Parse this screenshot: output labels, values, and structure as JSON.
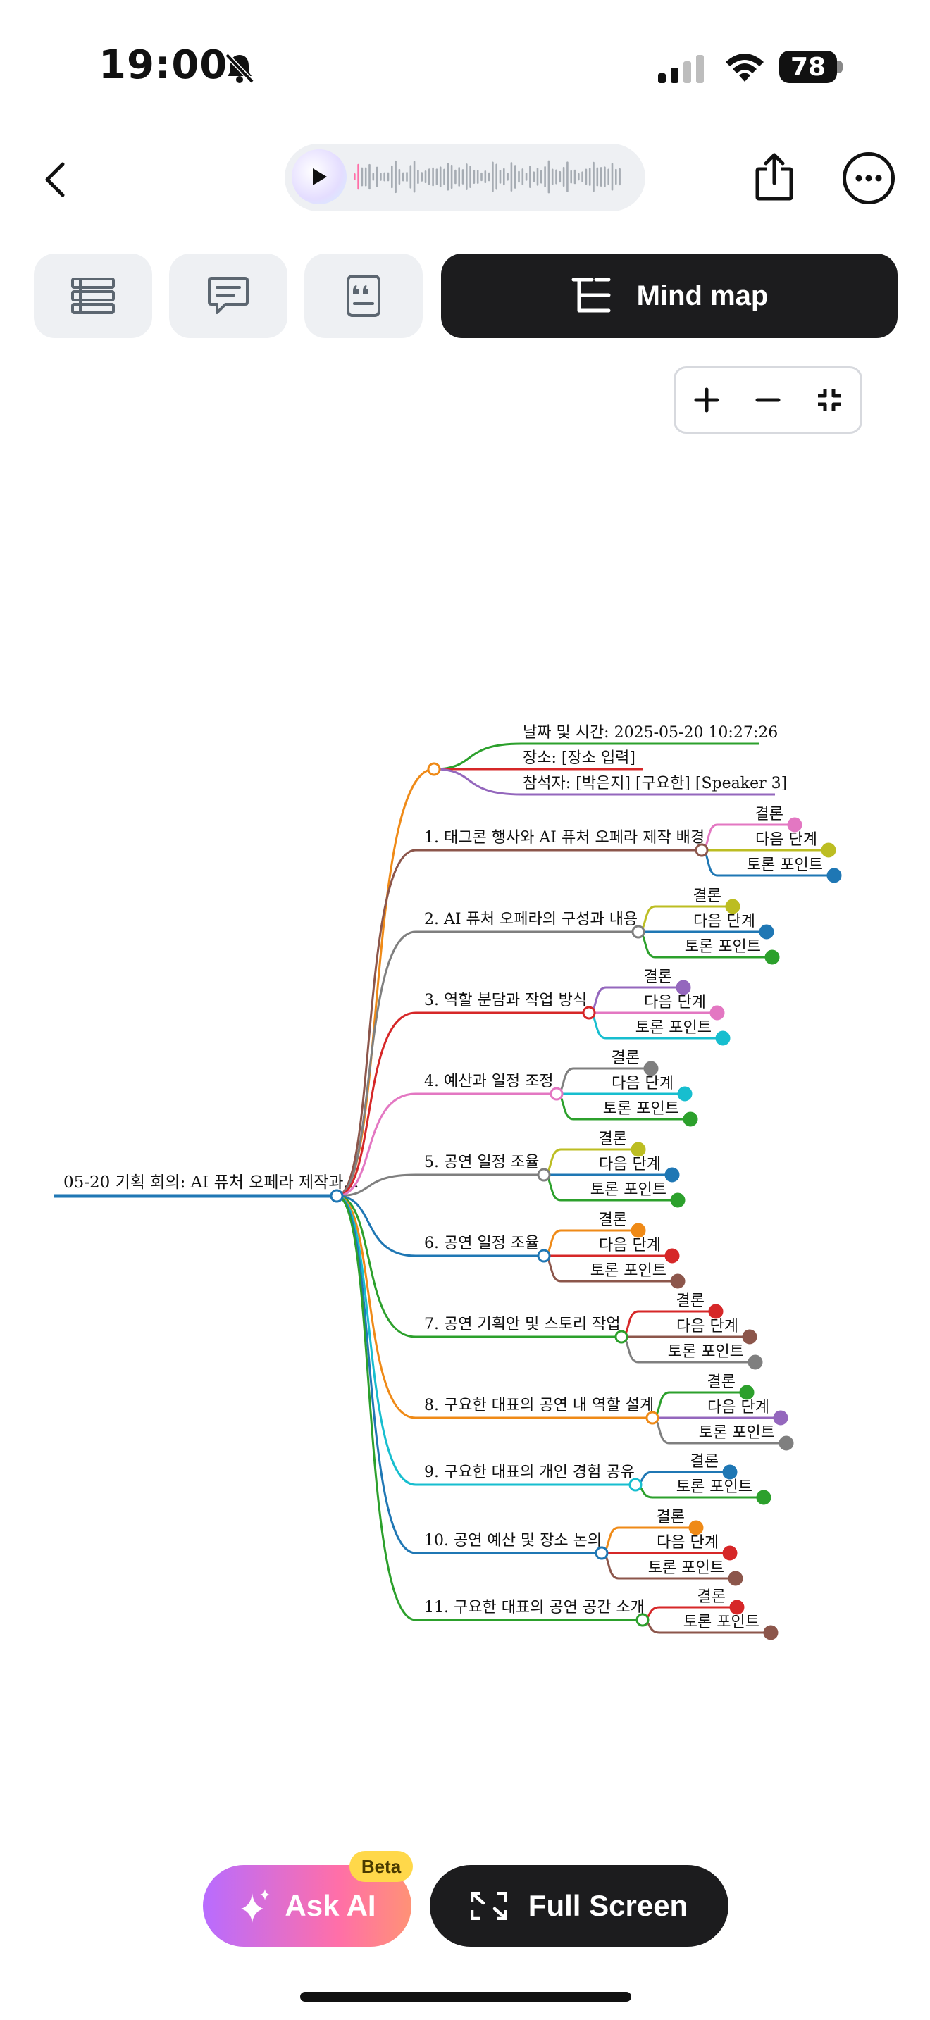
{
  "status_bar": {
    "time": "19:00",
    "battery": "78"
  },
  "tabs": {
    "active_label": "Mind map"
  },
  "bottom": {
    "ask_ai_label": "Ask AI",
    "beta_label": "Beta",
    "full_screen_label": "Full Screen"
  },
  "colors": {
    "orange": "#ef8a17",
    "brown": "#8c564b",
    "gray": "#7f7f7f",
    "red": "#d62728",
    "pink": "#e377c2",
    "olive": "#bcbd22",
    "blue": "#1f77b4",
    "cyan": "#17becf",
    "green": "#2ca02c",
    "purple": "#9467bd"
  },
  "mind_map": {
    "root": "05-20 기획 회의: AI 퓨처 오페라 제작과...",
    "meta_items": [
      {
        "label": "날짜 및 시간: 2025-05-20 10:27:26",
        "color": "green"
      },
      {
        "label": "장소: [장소 입력]",
        "color": "red"
      },
      {
        "label": "참석자: [박은지] [구요한] [Speaker 3]",
        "color": "purple"
      }
    ],
    "topics": [
      {
        "label": "1. 태그콘 행사와 AI 퓨처 오페라 제작 배경",
        "color": "brown",
        "children": [
          {
            "label": "결론",
            "color": "pink"
          },
          {
            "label": "다음 단계",
            "color": "olive"
          },
          {
            "label": "토론 포인트",
            "color": "blue"
          }
        ]
      },
      {
        "label": "2. AI 퓨처 오페라의 구성과 내용",
        "color": "gray",
        "children": [
          {
            "label": "결론",
            "color": "olive"
          },
          {
            "label": "다음 단계",
            "color": "blue"
          },
          {
            "label": "토론 포인트",
            "color": "green"
          }
        ]
      },
      {
        "label": "3. 역할 분담과 작업 방식",
        "color": "red",
        "children": [
          {
            "label": "결론",
            "color": "purple"
          },
          {
            "label": "다음 단계",
            "color": "pink"
          },
          {
            "label": "토론 포인트",
            "color": "cyan"
          }
        ]
      },
      {
        "label": "4. 예산과 일정 조정",
        "color": "pink",
        "children": [
          {
            "label": "결론",
            "color": "gray"
          },
          {
            "label": "다음 단계",
            "color": "cyan"
          },
          {
            "label": "토론 포인트",
            "color": "green"
          }
        ]
      },
      {
        "label": "5. 공연 일정 조율",
        "color": "gray",
        "children": [
          {
            "label": "결론",
            "color": "olive"
          },
          {
            "label": "다음 단계",
            "color": "blue"
          },
          {
            "label": "토론 포인트",
            "color": "green"
          }
        ]
      },
      {
        "label": "6. 공연 일정 조율",
        "color": "blue",
        "children": [
          {
            "label": "결론",
            "color": "orange"
          },
          {
            "label": "다음 단계",
            "color": "red"
          },
          {
            "label": "토론 포인트",
            "color": "brown"
          }
        ]
      },
      {
        "label": "7. 공연 기획안 및 스토리 작업",
        "color": "green",
        "children": [
          {
            "label": "결론",
            "color": "red"
          },
          {
            "label": "다음 단계",
            "color": "brown"
          },
          {
            "label": "토론 포인트",
            "color": "gray"
          }
        ]
      },
      {
        "label": "8. 구요한 대표의 공연 내 역할 설계",
        "color": "orange",
        "children": [
          {
            "label": "결론",
            "color": "green"
          },
          {
            "label": "다음 단계",
            "color": "purple"
          },
          {
            "label": "토론 포인트",
            "color": "gray"
          }
        ]
      },
      {
        "label": "9. 구요한 대표의 개인 경험 공유",
        "color": "cyan",
        "children": [
          {
            "label": "결론",
            "color": "blue"
          },
          {
            "label": "토론 포인트",
            "color": "green"
          }
        ]
      },
      {
        "label": "10. 공연 예산 및 장소 논의",
        "color": "blue",
        "children": [
          {
            "label": "결론",
            "color": "orange"
          },
          {
            "label": "다음 단계",
            "color": "red"
          },
          {
            "label": "토론 포인트",
            "color": "brown"
          }
        ]
      },
      {
        "label": "11. 구요한 대표의 공연 공간 소개",
        "color": "green",
        "children": [
          {
            "label": "결론",
            "color": "red"
          },
          {
            "label": "토론 포인트",
            "color": "brown"
          }
        ]
      }
    ]
  }
}
